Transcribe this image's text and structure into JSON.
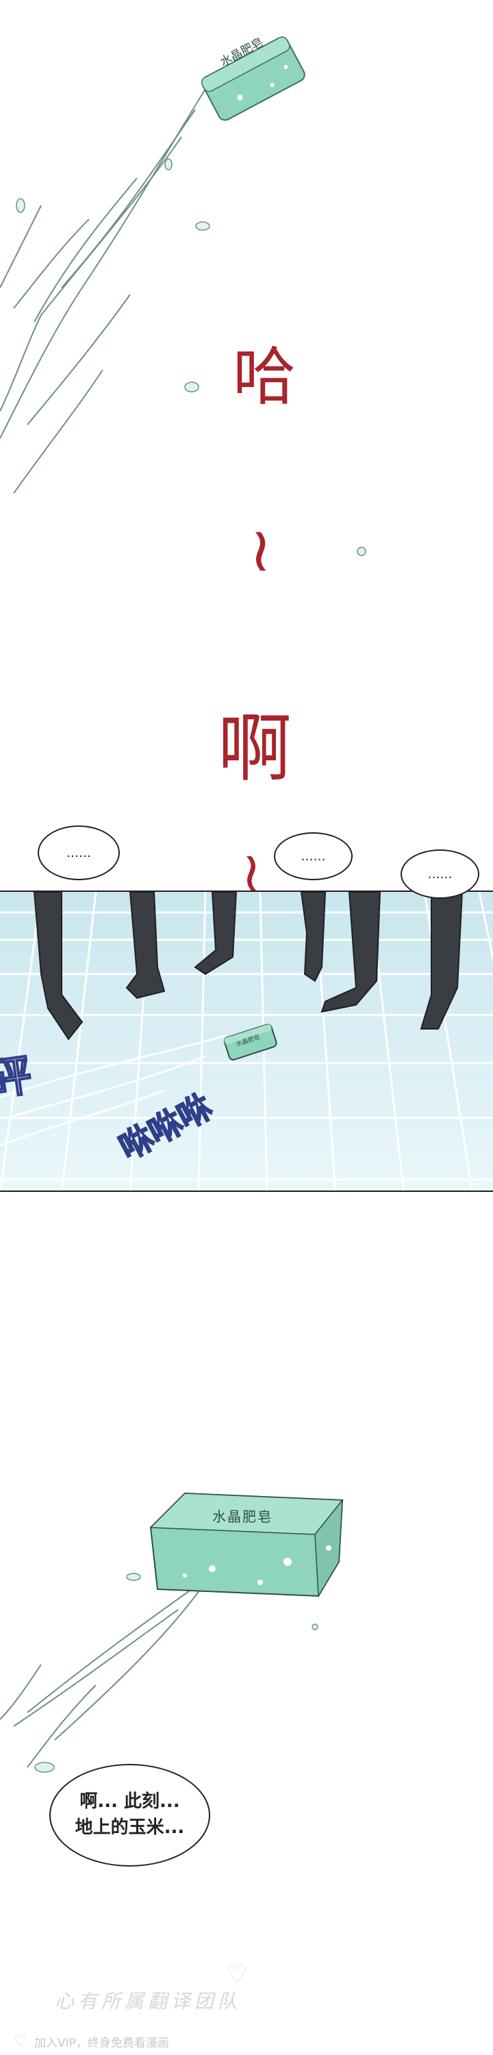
{
  "soap": {
    "label": "水晶肥皂"
  },
  "sfx": {
    "ha": "哈",
    "tilde": "~",
    "ah": "啊",
    "thud": "砰",
    "slide": "咻咻咻"
  },
  "bubbles": {
    "ellipsis_1": "……",
    "ellipsis_2": "……",
    "ellipsis_3": "……",
    "dialogue": "啊... 此刻...\n地上的玉米..."
  },
  "watermark": {
    "group": "心有所属翻译团队",
    "tagline": "加入VIP，终身免费看漫画"
  },
  "colors": {
    "sfx_red": "#a8252b",
    "soap_green": "#8fd4bd",
    "floor_blue": "#d8eef4",
    "sfx_blue_outline": "#2f3f8a"
  }
}
